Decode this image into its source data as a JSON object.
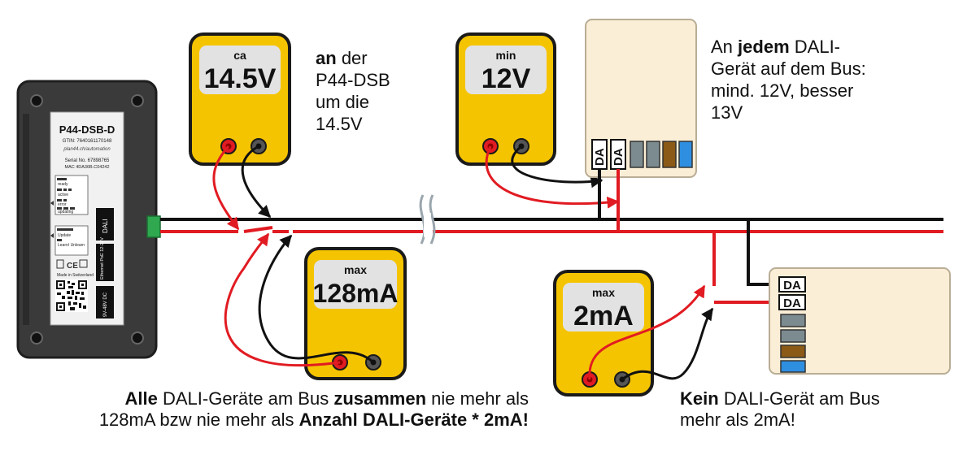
{
  "controller": {
    "model": "P44-DSB-D",
    "gtin": "GTIN: 7640161170148",
    "brand": "plan44.ch/automation",
    "serial": "Serial No. 67898765",
    "mac": "MAC 4DA36B.C04242",
    "leds": [
      "ready",
      "active",
      "error",
      "updating"
    ],
    "btn_update": "Update",
    "btn_learn": "Learn/ Unlearn",
    "made_in": "Made in Switzerland",
    "ports": [
      "DALI",
      "Ethernet PoE 12-24V",
      "9V-48V DC"
    ]
  },
  "meters": [
    {
      "id": "bus-voltage",
      "prefix": "ca",
      "value": "14.5V"
    },
    {
      "id": "device-voltage",
      "prefix": "min",
      "value": "12V"
    },
    {
      "id": "bus-current",
      "prefix": "max",
      "value": "128mA"
    },
    {
      "id": "device-current",
      "prefix": "max",
      "value": "2mA"
    }
  ],
  "device_terminal": "DA",
  "colors": {
    "bus_red": "#e11b22",
    "bus_black": "#111111",
    "meter_yellow": "#f5c400",
    "display_grey": "#e2e2e2",
    "device_beige": "#fbeed6",
    "terminal_grey": "#7c8b8f",
    "terminal_brown": "#8a5a16",
    "terminal_blue": "#2e8ee0"
  },
  "notes": {
    "n1_bold": "an",
    "n1_rest_a": "der",
    "n1_rest_b": "P44-DSB",
    "n1_rest_c": "um die",
    "n1_rest_d": "14.5V",
    "n2_a": "An",
    "n2_bold": "jedem",
    "n2_b": "DALI-",
    "n2_c": "Gerät auf dem Bus:",
    "n2_d": "mind. 12V, besser",
    "n2_e": "13V",
    "n3_bold1": "Alle",
    "n3_a": "DALI-Geräte am Bus",
    "n3_bold2": "zusammen",
    "n3_b": "nie mehr als",
    "n3_c": "128mA bzw nie mehr als",
    "n3_bold3": "Anzahl DALI-Geräte * 2mA!",
    "n4_bold": "Kein",
    "n4_a": "DALI-Gerät am Bus",
    "n4_b": "mehr als 2mA!"
  }
}
